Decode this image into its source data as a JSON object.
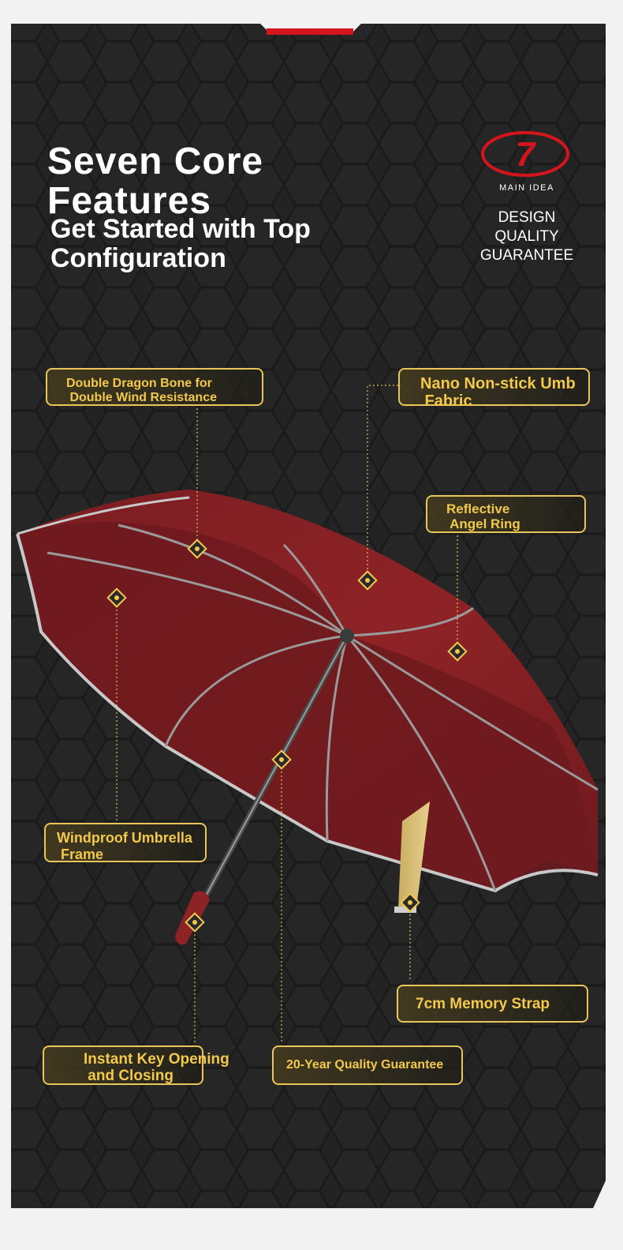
{
  "heading": {
    "title": "Seven Core\n Features",
    "subtitle": "Get Started with Top\n Configuration"
  },
  "logo": {
    "number": "7",
    "brand": "MAIN IDEA",
    "guarantee": "DESIGN\nQUALITY\nGUARANTEE"
  },
  "features": [
    {
      "id": "double-dragon-bone",
      "label": "Double Dragon Bone for\n Double Wind Resistance"
    },
    {
      "id": "nano-non-stick",
      "label": "Nano Non-stick Umb\n Fabric"
    },
    {
      "id": "reflective-ring",
      "label": "Reflective\n Angel Ring"
    },
    {
      "id": "windproof-frame",
      "label": "Windproof Umbrella\n Frame"
    },
    {
      "id": "memory-strap",
      "label": "7cm Memory Strap"
    },
    {
      "id": "instant-key",
      "label": "Instant Key Opening\n and Closing"
    },
    {
      "id": "quality-guarantee",
      "label": "20-Year Quality Guarantee"
    }
  ],
  "colors": {
    "panel": "#232323",
    "accent_gold": "#f2c94c",
    "canopy": "#8e2326",
    "logo_red": "#d6141c"
  }
}
